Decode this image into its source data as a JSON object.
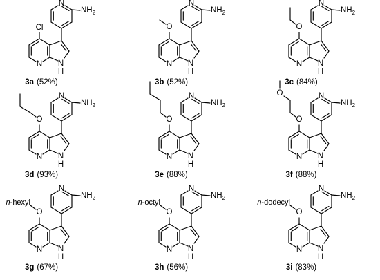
{
  "compounds": [
    {
      "id": "3a",
      "yield": "(52%)",
      "substituent": "Cl"
    },
    {
      "id": "3b",
      "yield": "(52%)",
      "substituent": "OMe"
    },
    {
      "id": "3c",
      "yield": "(84%)",
      "substituent": "OEt"
    },
    {
      "id": "3d",
      "yield": "(93%)",
      "substituent": "OPr"
    },
    {
      "id": "3e",
      "yield": "(88%)",
      "substituent": "OBu"
    },
    {
      "id": "3f",
      "yield": "(88%)",
      "substituent": "OCH2CH2OMe"
    },
    {
      "id": "3g",
      "yield": "(67%)",
      "substituent": "O-hexyl",
      "alkyl_prefix": "n",
      "alkyl_name": "-hexyl"
    },
    {
      "id": "3h",
      "yield": "(56%)",
      "substituent": "O-octyl",
      "alkyl_prefix": "n",
      "alkyl_name": "-octyl"
    },
    {
      "id": "3i",
      "yield": "(83%)",
      "substituent": "O-dodecyl",
      "alkyl_prefix": "n",
      "alkyl_name": "-dodecyl"
    }
  ],
  "atoms": {
    "N": "N",
    "H": "H",
    "NH2_base": "NH",
    "NH2_sub": "2",
    "O": "O",
    "Cl": "Cl"
  }
}
